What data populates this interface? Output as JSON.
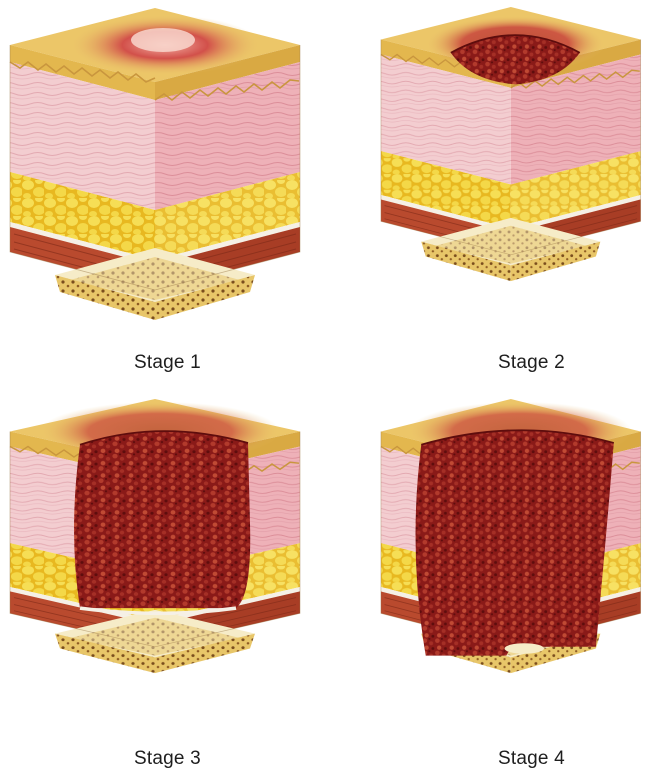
{
  "stages": [
    {
      "label": "Stage 1",
      "depth": "epidermis-intact"
    },
    {
      "label": "Stage 2",
      "depth": "partial-thickness"
    },
    {
      "label": "Stage 3",
      "depth": "full-thickness-to-fat"
    },
    {
      "label": "Stage 4",
      "depth": "full-thickness-to-muscle-bone"
    }
  ],
  "colors": {
    "epidermis": "#e9c46a",
    "dermis": "#f2c9c9",
    "dermis_side": "#e7a6ad",
    "fat": "#f1cf3c",
    "muscle": "#b8462c",
    "bone": "#e6c46a",
    "wound": "#8e1b1b",
    "wound_dark": "#5e0d0d",
    "erythema": "#c8443c"
  }
}
